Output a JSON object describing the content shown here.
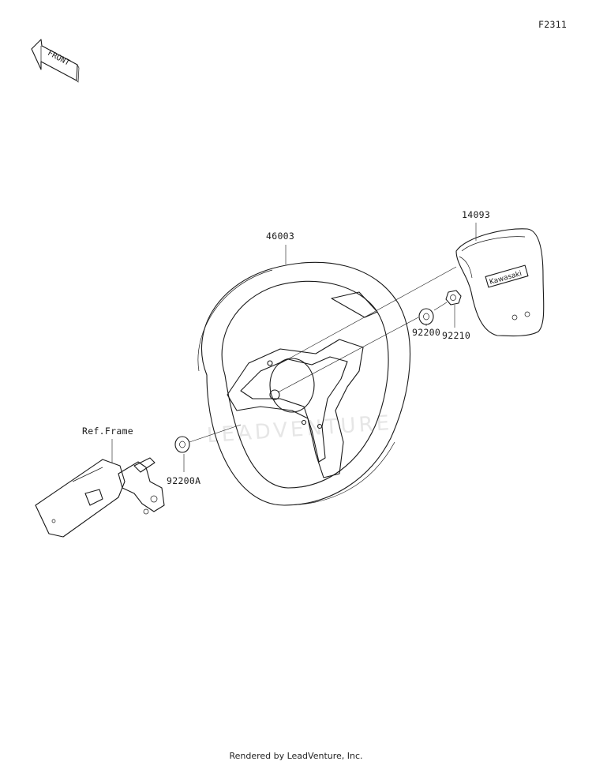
{
  "diagram": {
    "figure_code": "F2311",
    "direction_label": "FRONT",
    "watermark": "LEADVENTURE",
    "parts": [
      {
        "part_no": "46003"
      },
      {
        "part_no": "14093"
      },
      {
        "part_no": "92210"
      },
      {
        "part_no": "92200"
      },
      {
        "part_no": "92200A"
      },
      {
        "part_no": "Ref.Frame"
      }
    ],
    "cover_logo": "Kawasaki"
  },
  "footer": {
    "text": "Rendered by LeadVenture, Inc."
  }
}
